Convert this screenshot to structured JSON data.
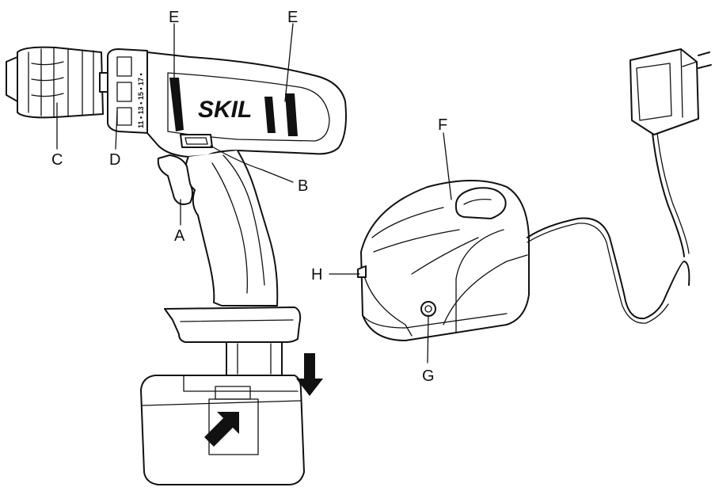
{
  "diagram": {
    "brand_logo_text": "SKIL",
    "speed_scale": "11 • 13 • 15 • 17 •",
    "labels": {
      "A": "A",
      "B": "B",
      "C": "C",
      "D": "D",
      "E_left": "E",
      "E_right": "E",
      "F": "F",
      "G": "G",
      "H": "H"
    },
    "arrow_icons": [
      "arrow-down-icon",
      "arrow-diagonal-icon"
    ]
  }
}
